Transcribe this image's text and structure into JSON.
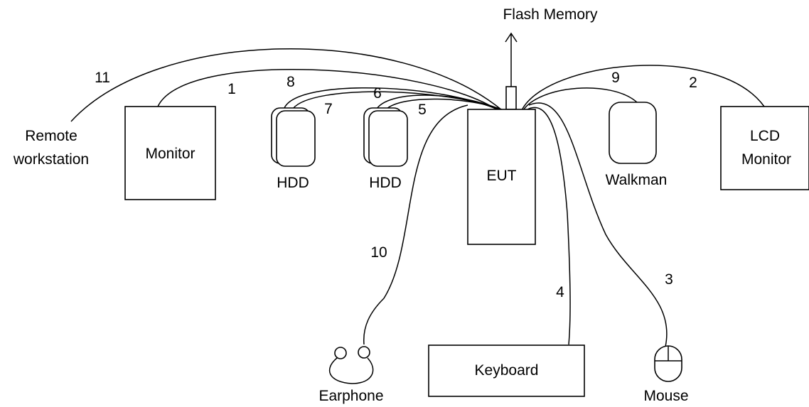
{
  "diagram": {
    "top_label": "Flash Memory",
    "devices": {
      "eut": "EUT",
      "monitor": "Monitor",
      "hdd_1": "HDD",
      "hdd_2": "HDD",
      "walkman": "Walkman",
      "lcd_monitor_line1": "LCD",
      "lcd_monitor_line2": "Monitor",
      "remote_line1": "Remote",
      "remote_line2": "workstation",
      "keyboard": "Keyboard",
      "mouse": "Mouse",
      "earphone": "Earphone"
    },
    "cables": [
      "1",
      "2",
      "3",
      "4",
      "5",
      "6",
      "7",
      "8",
      "9",
      "10",
      "11"
    ]
  }
}
